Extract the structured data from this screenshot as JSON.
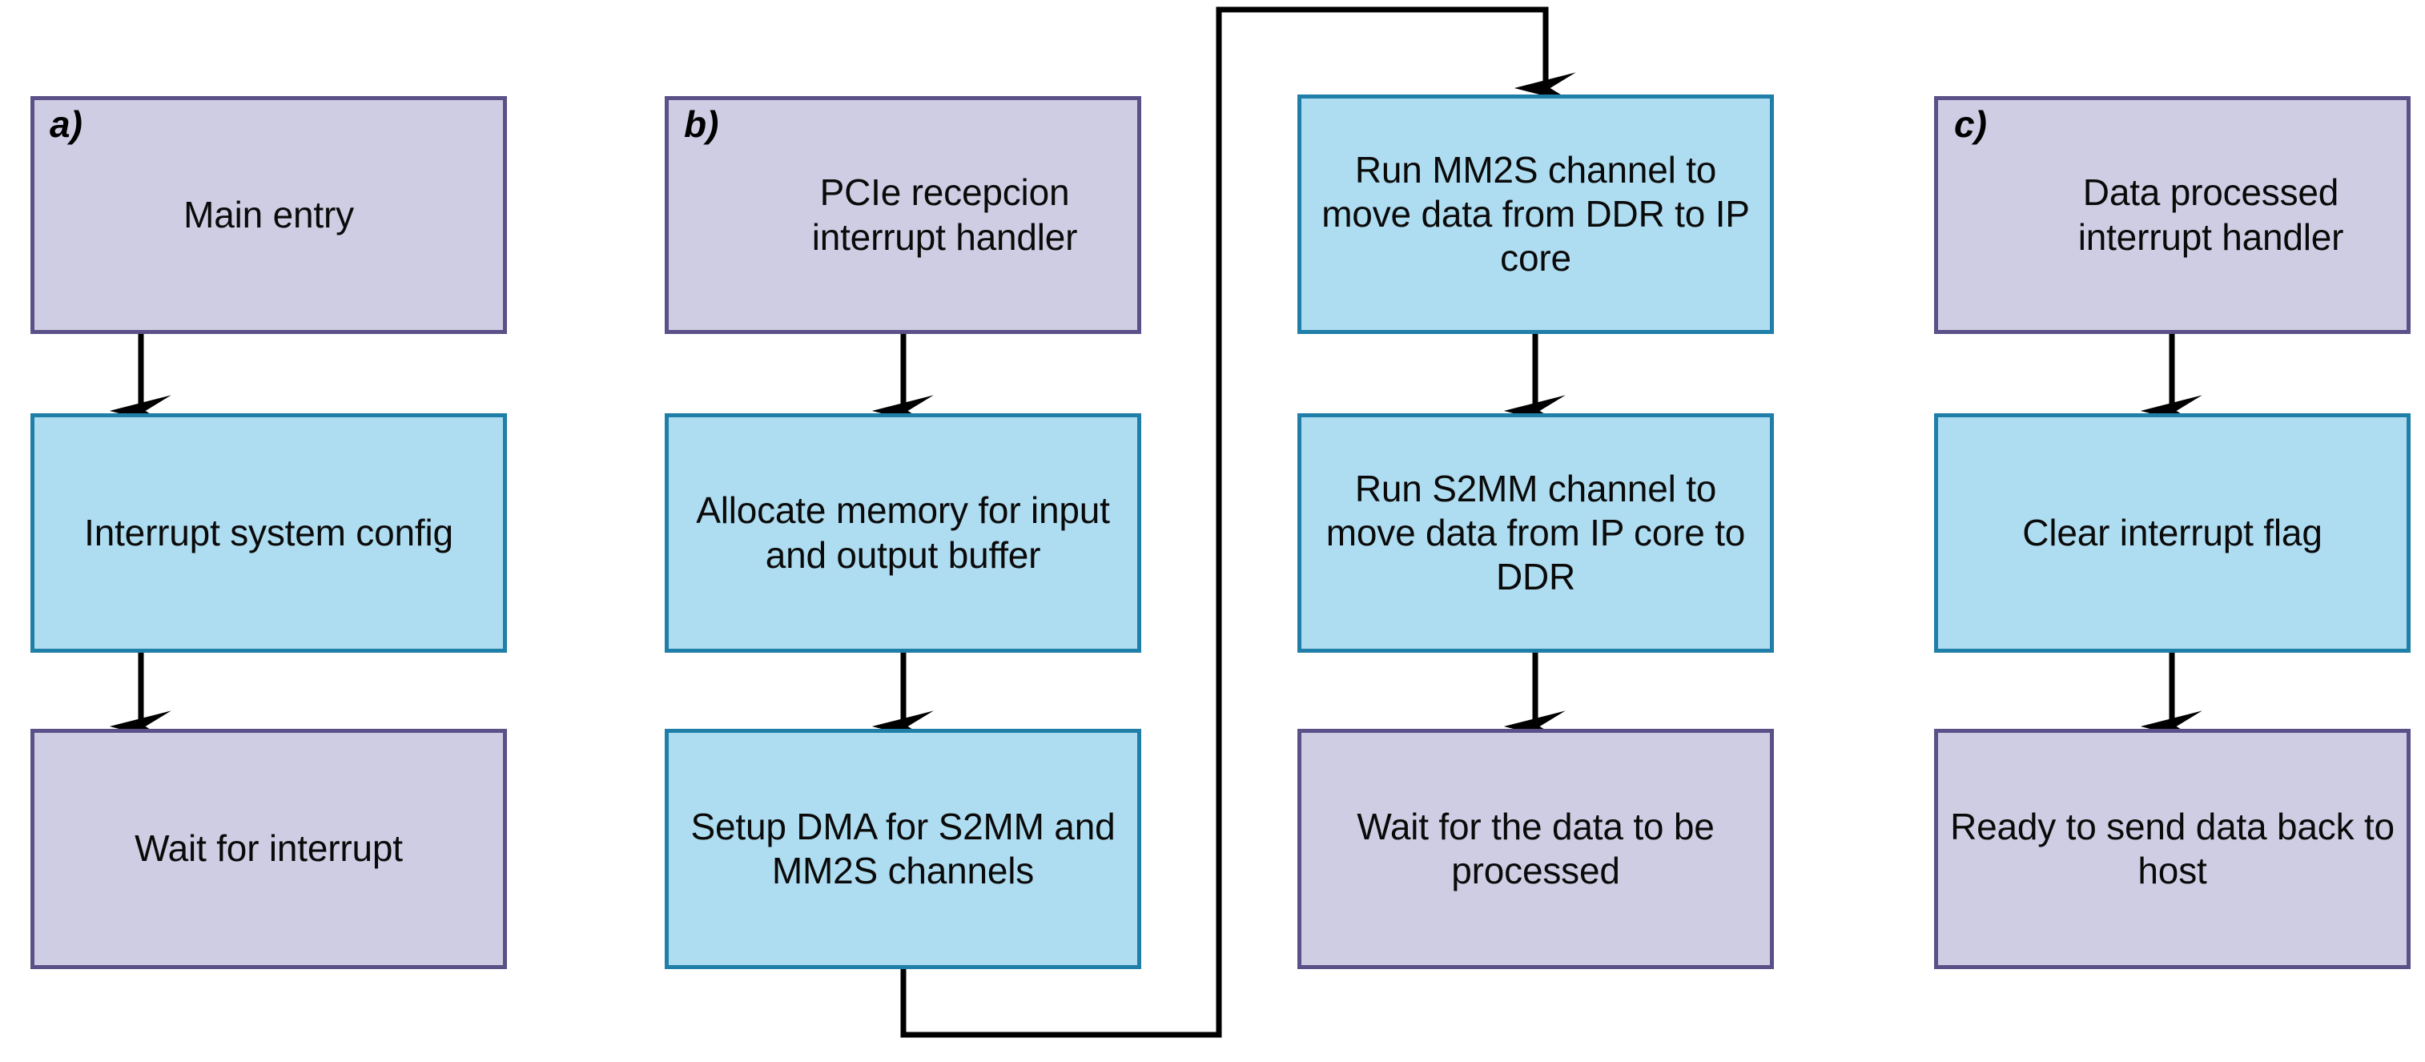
{
  "figure": {
    "type": "flowchart",
    "background": "#ffffff",
    "palette": {
      "purple_fill": "#cfcde3",
      "purple_border": "#5b5088",
      "blue_fill": "#aedcf0",
      "blue_border": "#1f7fa8",
      "arrow": "#000000",
      "text": "#0a0a0a"
    }
  },
  "panels": [
    {
      "id": "a",
      "label": "a)"
    },
    {
      "id": "b",
      "label": "b)"
    },
    {
      "id": "c",
      "label": "c)"
    }
  ],
  "nodes": {
    "a1": {
      "text": "Main entry",
      "style": "purple"
    },
    "a2": {
      "text": "Interrupt system config",
      "style": "blue"
    },
    "a3": {
      "text": "Wait for interrupt",
      "style": "purple"
    },
    "b1": {
      "text": "PCIe recepcion interrupt handler",
      "style": "purple"
    },
    "b2": {
      "text": "Allocate memory for input and output buffer",
      "style": "blue"
    },
    "b3": {
      "text": "Setup DMA for S2MM and MM2S channels",
      "style": "blue"
    },
    "d1": {
      "text": "Run MM2S channel to move data from DDR to IP core",
      "style": "blue"
    },
    "d2": {
      "text": "Run S2MM channel to move data from IP core to DDR",
      "style": "blue"
    },
    "d3": {
      "text": "Wait for the data to be processed",
      "style": "purple"
    },
    "c1": {
      "text": "Data processed interrupt handler",
      "style": "purple"
    },
    "c2": {
      "text": "Clear interrupt flag",
      "style": "blue"
    },
    "c3": {
      "text": "Ready to send data back to host",
      "style": "purple"
    }
  },
  "edges": [
    {
      "from": "a1",
      "to": "a2",
      "kind": "straight-down"
    },
    {
      "from": "a2",
      "to": "a3",
      "kind": "straight-down"
    },
    {
      "from": "b1",
      "to": "b2",
      "kind": "straight-down"
    },
    {
      "from": "b2",
      "to": "b3",
      "kind": "straight-down"
    },
    {
      "from": "b3",
      "to": "d1",
      "kind": "routed-around"
    },
    {
      "from": "d1",
      "to": "d2",
      "kind": "straight-down"
    },
    {
      "from": "d2",
      "to": "d3",
      "kind": "straight-down"
    },
    {
      "from": "c1",
      "to": "c2",
      "kind": "straight-down"
    },
    {
      "from": "c2",
      "to": "c3",
      "kind": "straight-down"
    }
  ]
}
